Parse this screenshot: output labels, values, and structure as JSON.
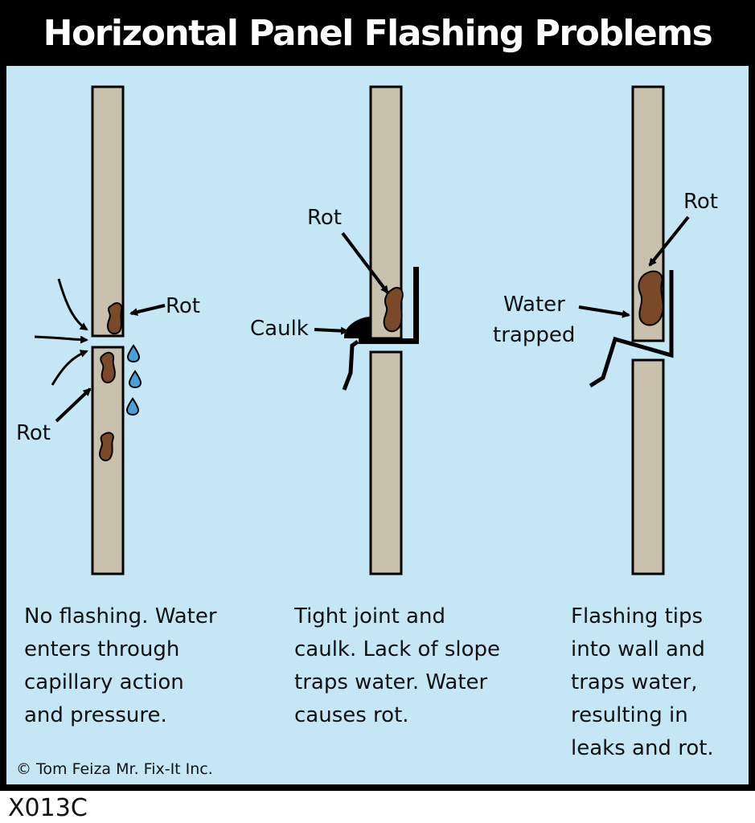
{
  "title": "Horizontal Panel Flashing Problems",
  "labels": {
    "rot": "Rot",
    "caulk": "Caulk",
    "water_trapped_line1": "Water",
    "water_trapped_line2": "trapped"
  },
  "captions": [
    {
      "lines": [
        "No flashing. Water",
        "enters through",
        "capillary action",
        "and pressure."
      ]
    },
    {
      "lines": [
        "Tight joint and",
        "caulk. Lack of slope",
        "traps water. Water",
        "causes rot."
      ]
    },
    {
      "lines": [
        "Flashing tips",
        "into wall and",
        "traps water,",
        "resulting in",
        "leaks and rot."
      ]
    }
  ],
  "credit": "© Tom Feiza Mr. Fix-It Inc.",
  "code": "X013C",
  "colors": {
    "background": "#c5e7f5",
    "panel": "#c9c1ac",
    "rot": "#7a4a28",
    "water_drop": "#4a9fd8",
    "frame": "#000000"
  }
}
